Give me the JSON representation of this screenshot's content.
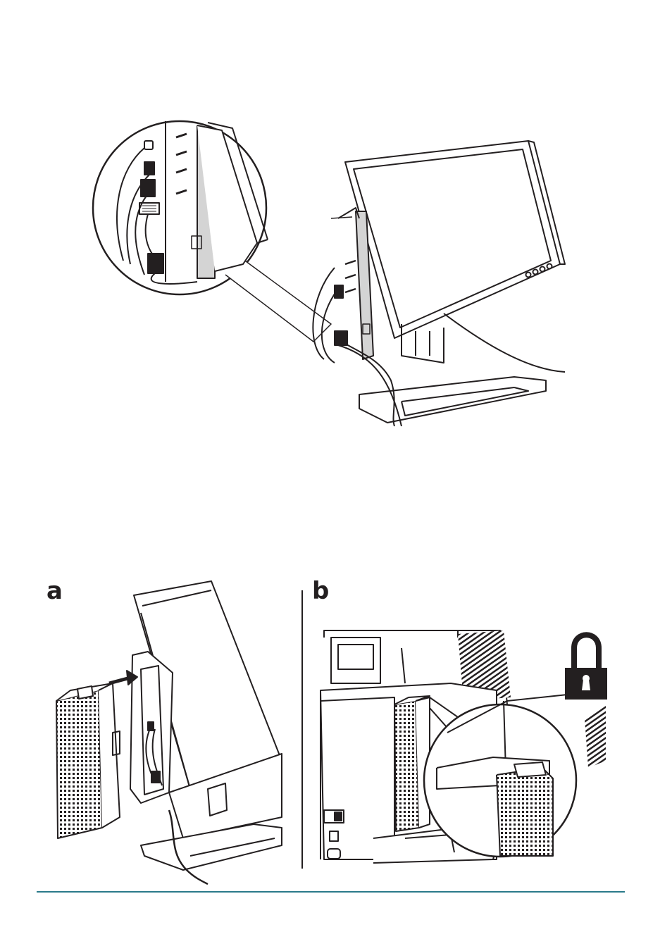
{
  "panels": {
    "a_label": "a",
    "b_label": "b"
  },
  "icons": {
    "top_figure": "monitor-stand-cable-routing-illustration",
    "figure_a": "attach-cover-illustration",
    "figure_b": "locked-cover-illustration",
    "lock": "padlock-icon"
  },
  "colors": {
    "ink": "#231f20",
    "rule": "#2a7a8a",
    "fill_gray": "#d4d4d4"
  }
}
